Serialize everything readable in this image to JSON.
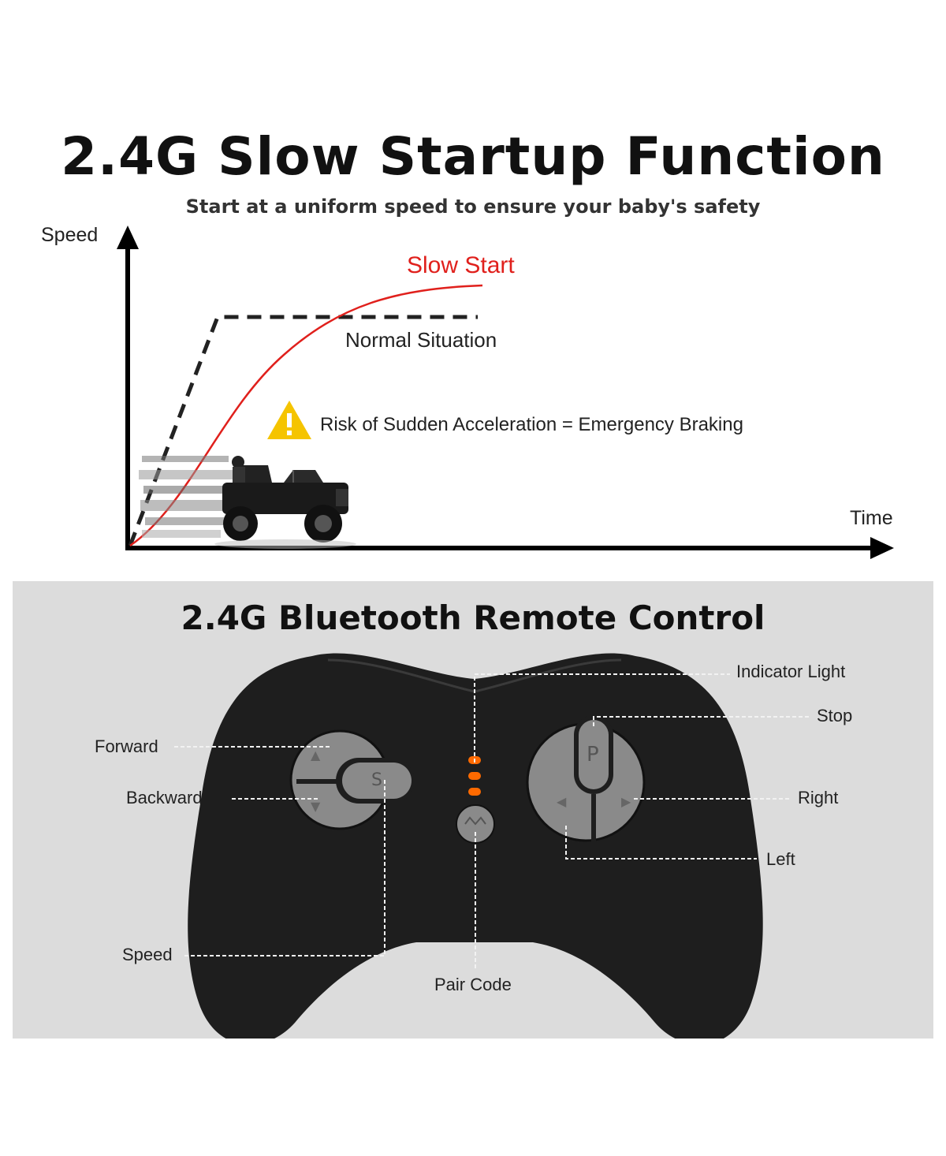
{
  "header": {
    "title": "2.4G Slow Startup Function",
    "subtitle": "Start at a uniform speed to ensure your baby's safety"
  },
  "graph": {
    "y_axis_label": "Speed",
    "x_axis_label": "Time",
    "slow_start_label": "Slow Start",
    "normal_label": "Normal Situation",
    "warning_text": "Risk of Sudden Acceleration = Emergency Braking",
    "colors": {
      "slow_start": "#e0201c",
      "warning": "#f5c400",
      "axis": "#000000"
    }
  },
  "remote": {
    "title": "2.4G Bluetooth Remote Control",
    "labels": {
      "indicator_light": "Indicator Light",
      "stop": "Stop",
      "forward": "Forward",
      "backward": "Backward",
      "right": "Right",
      "left": "Left",
      "speed": "Speed",
      "pair_code": "Pair Code"
    },
    "buttons": {
      "stop_glyph": "P",
      "speed_glyph": "S",
      "up_glyph": "▲",
      "down_glyph": "▼",
      "left_glyph": "◀",
      "right_glyph": "▶"
    },
    "colors": {
      "body": "#1e1e1e",
      "button": "#8a8a8a",
      "indicator": "#ff6a00",
      "panel": "#dcdcdc"
    }
  }
}
